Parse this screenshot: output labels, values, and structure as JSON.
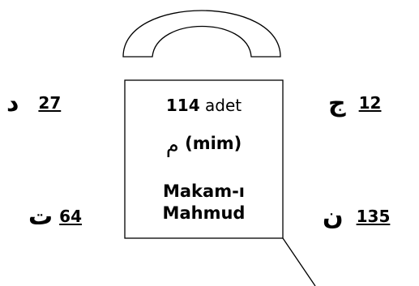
{
  "center": {
    "count_number": "114",
    "count_unit": "adet",
    "letter_arabic": "م",
    "letter_name": "(mim)",
    "place_line1": "Makam-ı",
    "place_line2": "Mahmud"
  },
  "corners": {
    "top_left": {
      "letter": "د",
      "value": "27"
    },
    "top_right": {
      "letter": "ج",
      "value": "12"
    },
    "bottom_left": {
      "letter": "ت",
      "value": "64"
    },
    "bottom_right": {
      "letter": "ن",
      "value": "135"
    }
  },
  "colors": {
    "stroke": "#000000",
    "background": "#ffffff"
  }
}
